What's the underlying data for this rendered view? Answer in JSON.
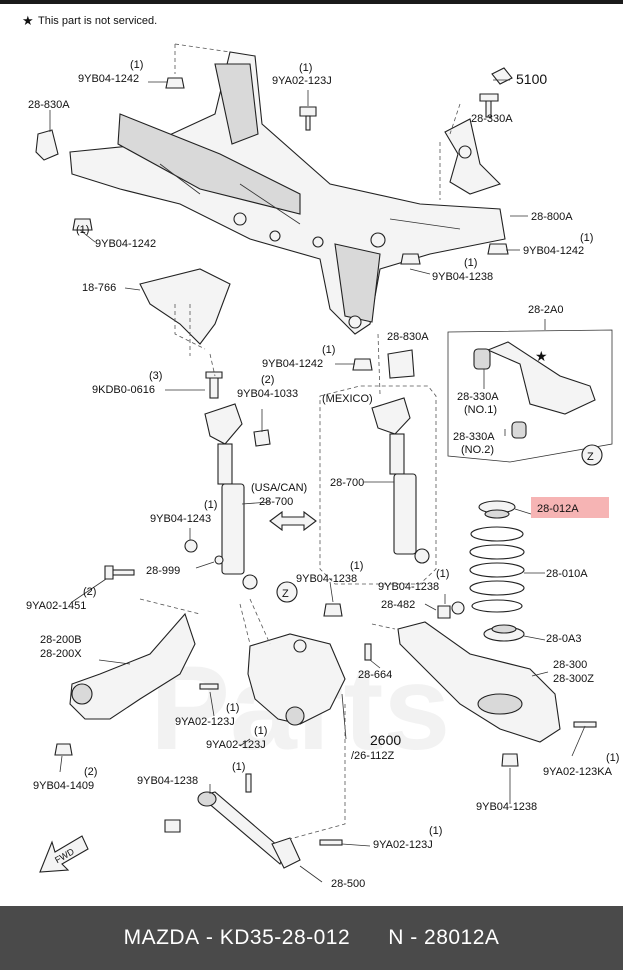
{
  "note": "This part is not serviced.",
  "footer": {
    "brand": "MAZDA",
    "part_number": "KD35-28-012",
    "code": "N - 28012A"
  },
  "highlight_color": "#f6b4b4",
  "watermark_text": "Parts",
  "labels": {
    "b1242_top_q": "(1)",
    "b1242_top": "9YB04-1242",
    "a830a_left": "28-830A",
    "b1242_left_q": "(1)",
    "b1242_left": "9YB04-1242",
    "a123j_top_q": "(1)",
    "a123j_top": "9YA02-123J",
    "ref5100": "5100",
    "a330a_top": "28-330A",
    "a800a": "28-800A",
    "b1242_right_q": "(1)",
    "b1242_right": "9YB04-1242",
    "b1238_top_q": "(1)",
    "b1238_top": "9YB04-1238",
    "a766": "18-766",
    "a2a0": "28-2A0",
    "a830a_mid": "28-830A",
    "b1242_mid_q": "(1)",
    "b1242_mid": "9YB04-1242",
    "kd0616_q": "(3)",
    "kd0616": "9KDB0-0616",
    "b1033_q": "(2)",
    "b1033": "9YB04-1033",
    "mexico": "(MEXICO)",
    "a330a_no1": "28-330A",
    "no1": "(NO.1)",
    "a330a_no2": "28-330A",
    "no2": "(NO.2)",
    "usa_can": "(USA/CAN)",
    "a700_left": "28-700",
    "a700_right": "28-700",
    "b1243_q": "(1)",
    "b1243": "9YB04-1243",
    "a012a": "28-012A",
    "a999": "28-999",
    "b1238_mid_q": "(1)",
    "b1238_mid": "9YB04-1238",
    "a1451_q": "(2)",
    "a1451": "9YA02-1451",
    "b1238_r_q": "(1)",
    "b1238_r": "9YB04-1238",
    "a010a": "28-010A",
    "a482": "28-482",
    "a200b": "28-200B",
    "a200x": "28-200X",
    "a0a3": "28-0A3",
    "a664": "28-664",
    "a300": "28-300",
    "a300z": "28-300Z",
    "a123j_low_q": "(1)",
    "a123j_low": "9YA02-123J",
    "ref2600": "2600",
    "ref112z": "/26-112Z",
    "a123j_b_q": "(1)",
    "a123j_b": "9YA02-123J",
    "b1409_q": "(2)",
    "b1409": "9YB04-1409",
    "a123ka_q": "(1)",
    "a123ka": "9YA02-123KA",
    "b1238_low_q": "(1)",
    "b1238_low": "9YB04-1238",
    "b1238_bot": "9YB04-1238",
    "a123j_bot_q": "(1)",
    "a123j_bot": "9YA02-123J",
    "a500": "28-500",
    "fwd": "FWD",
    "z1": "Z",
    "z2": "Z"
  }
}
